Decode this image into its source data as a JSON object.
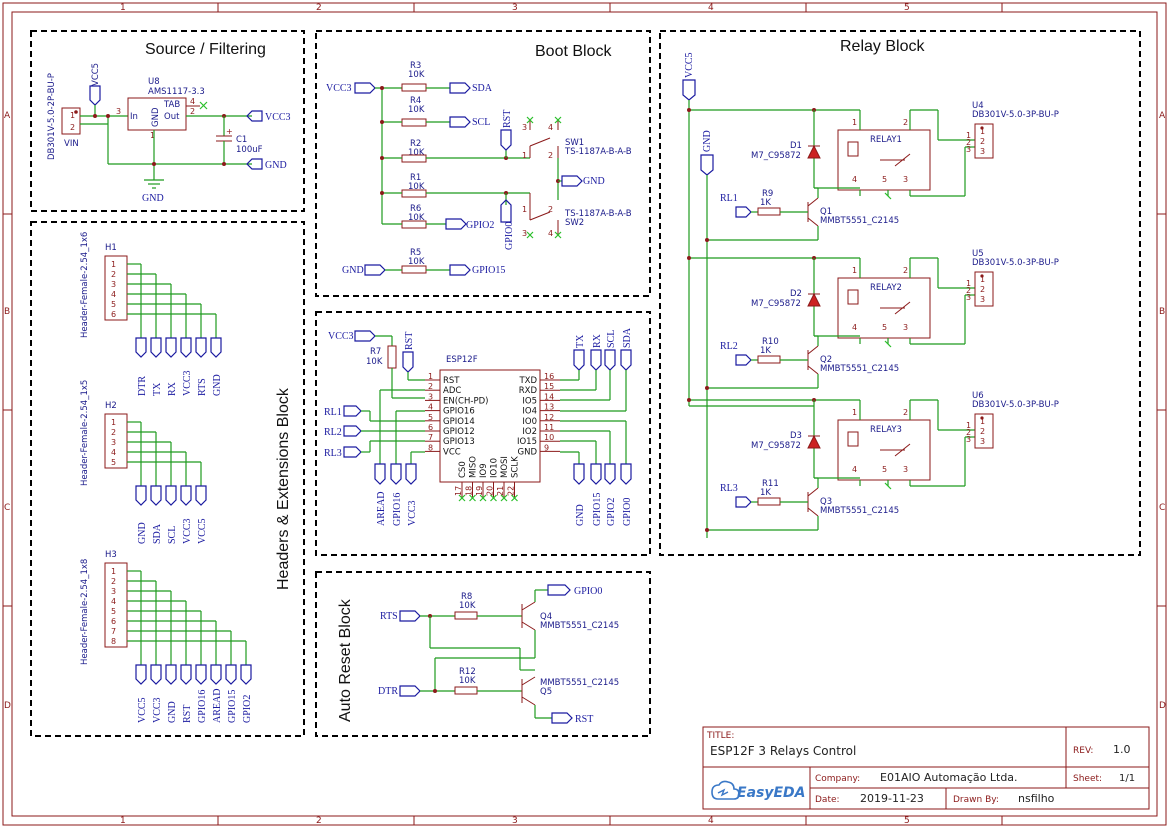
{
  "frame": {
    "col_numbers": [
      "1",
      "2",
      "3",
      "4",
      "5"
    ],
    "row_letters": [
      "A",
      "B",
      "C",
      "D"
    ]
  },
  "blocks": {
    "source": "Source / Filtering",
    "boot": "Boot Block",
    "relay": "Relay Block",
    "headers": "Headers & Extensions Block",
    "auto_reset": "Auto Reset Block"
  },
  "source": {
    "connector": "DB301V-5.0-2P-BU-P",
    "connector_pin1": "1",
    "connector_pin2": "2",
    "vin": "VIN",
    "vcc5": "VCC5",
    "u8_ref": "U8",
    "u8_part": "AMS1117-3.3",
    "u8_in": "In",
    "u8_gnd": "GND",
    "u8_tab": "TAB",
    "u8_out": "Out",
    "u8_pin3": "3",
    "u8_pin4": "4",
    "u8_pin2": "2",
    "u8_pin1": "1",
    "c1_ref": "C1",
    "c1_val": "100uF",
    "c1_plus": "+",
    "vcc3": "VCC3",
    "gnd_net": "GND",
    "gnd_sym": "GND"
  },
  "boot": {
    "vcc3": "VCC3",
    "r3": "R3",
    "r3v": "10K",
    "sda": "SDA",
    "r4": "R4",
    "r4v": "10K",
    "scl": "SCL",
    "r2": "R2",
    "r2v": "10K",
    "r1": "R1",
    "r1v": "10K",
    "r6": "R6",
    "r6v": "10K",
    "gpio2": "GPIO2",
    "r5": "R5",
    "r5v": "10K",
    "gpio15": "GPIO15",
    "gnd_left": "GND",
    "rst": "RST",
    "gpio0": "GPIO0",
    "sw1": "SW1",
    "sw1p": "TS-1187A-B-A-B",
    "sw2": "SW2",
    "sw2p": "TS-1187A-B-A-B",
    "gnd": "GND",
    "p1": "1",
    "p2": "2",
    "p3": "3",
    "p4": "4"
  },
  "relay": {
    "vcc5": "VCC5",
    "gnd": "GND",
    "channels": [
      {
        "u": "U4",
        "part": "DB301V-5.0-3P-BU-P",
        "relay": "RELAY1",
        "d": "D1",
        "dpart": "M7_C95872",
        "rl": "RL1",
        "r": "R9",
        "rv": "1K",
        "q": "Q1",
        "qpart": "MMBT5551_C2145"
      },
      {
        "u": "U5",
        "part": "DB301V-5.0-3P-BU-P",
        "relay": "RELAY2",
        "d": "D2",
        "dpart": "M7_C95872",
        "rl": "RL2",
        "r": "R10",
        "rv": "1K",
        "q": "Q2",
        "qpart": "MMBT5551_C2145"
      },
      {
        "u": "U6",
        "part": "DB301V-5.0-3P-BU-P",
        "relay": "RELAY3",
        "d": "D3",
        "dpart": "M7_C95872",
        "rl": "RL3",
        "r": "R11",
        "rv": "1K",
        "q": "Q3",
        "qpart": "MMBT5551_C2145"
      }
    ],
    "pin_labels": [
      "1",
      "2",
      "3",
      "4",
      "5"
    ],
    "conn_pins": [
      "1",
      "2",
      "3"
    ]
  },
  "headers": {
    "h1": "H1",
    "h1p": "Header-Female-2.54_1x6",
    "h1_nets": [
      "DTR",
      "TX",
      "RX",
      "VCC3",
      "RTS",
      "GND"
    ],
    "h2": "H2",
    "h2p": "Header-Female-2.54_1x5",
    "h2_nets": [
      "GND",
      "SDA",
      "SCL",
      "VCC3",
      "VCC5"
    ],
    "h3": "H3",
    "h3p": "Header-Female-2.54_1x8",
    "h3_nets": [
      "VCC5",
      "VCC3",
      "GND",
      "RST",
      "GPIO16",
      "AREAD",
      "GPIO15",
      "GPIO2"
    ],
    "pins8": [
      "1",
      "2",
      "3",
      "4",
      "5",
      "6",
      "7",
      "8"
    ]
  },
  "esp": {
    "ref": "ESP12F",
    "vcc3": "VCC3",
    "r7": "R7",
    "r7v": "10K",
    "rst_net": "RST",
    "left_pins": [
      {
        "n": "1",
        "l": "RST"
      },
      {
        "n": "2",
        "l": "ADC"
      },
      {
        "n": "3",
        "l": "EN(CH-PD)"
      },
      {
        "n": "4",
        "l": "GPIO16"
      },
      {
        "n": "5",
        "l": "GPIO14"
      },
      {
        "n": "6",
        "l": "GPIO12"
      },
      {
        "n": "7",
        "l": "GPIO13"
      },
      {
        "n": "8",
        "l": "VCC"
      }
    ],
    "right_pins": [
      {
        "n": "16",
        "l": "TXD"
      },
      {
        "n": "15",
        "l": "RXD"
      },
      {
        "n": "14",
        "l": "IO5"
      },
      {
        "n": "13",
        "l": "IO4"
      },
      {
        "n": "12",
        "l": "IO0"
      },
      {
        "n": "11",
        "l": "IO2"
      },
      {
        "n": "10",
        "l": "IO15"
      },
      {
        "n": "9",
        "l": "GND"
      }
    ],
    "bottom_pins": [
      {
        "n": "17",
        "l": "CS0"
      },
      {
        "n": "18",
        "l": "MISO"
      },
      {
        "n": "19",
        "l": "IO9"
      },
      {
        "n": "20",
        "l": "IO10"
      },
      {
        "n": "21",
        "l": "MOSI"
      },
      {
        "n": "22",
        "l": "SCLK"
      }
    ],
    "top_nets": [
      "TX",
      "RX",
      "SCL",
      "SDA"
    ],
    "left_nets": [
      "RL1",
      "RL2",
      "RL3"
    ],
    "bottom_left_nets": [
      "AREAD",
      "GPIO16",
      "VCC3"
    ],
    "bottom_right_nets": [
      "GND",
      "GPIO15",
      "GPIO2",
      "GPIO0"
    ]
  },
  "autoreset": {
    "rts": "RTS",
    "dtr": "DTR",
    "r8": "R8",
    "r8v": "10K",
    "r12": "R12",
    "r12v": "10K",
    "q4": "Q4",
    "q4p": "MMBT5551_C2145",
    "q5": "Q5",
    "q5p": "MMBT5551_C2145",
    "gpio0": "GPIO0",
    "rst": "RST"
  },
  "titleblock": {
    "title_label": "TITLE:",
    "title": "ESP12F 3 Relays Control",
    "rev_label": "REV:",
    "rev": "1.0",
    "company_label": "Company:",
    "company": "E01AIO Automação Ltda.",
    "sheet_label": "Sheet:",
    "sheet": "1/1",
    "date_label": "Date:",
    "date": "2019-11-23",
    "drawn_label": "Drawn By:",
    "drawn": "nsfilho",
    "logo": "EasyEDA"
  }
}
